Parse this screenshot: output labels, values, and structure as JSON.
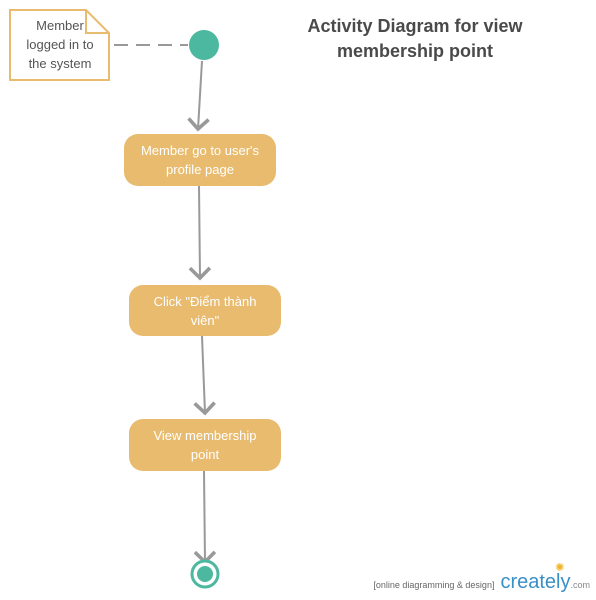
{
  "title": {
    "line1": "Activity Diagram for view",
    "line2": "membership point"
  },
  "note": {
    "line1": "Member",
    "line2": "logged in to",
    "line3": "the system"
  },
  "actions": [
    {
      "line1": "Member go to user's",
      "line2": "profile page"
    },
    {
      "line1": "Click \"Điểm thành",
      "line2": "viên\""
    },
    {
      "line1": "View membership",
      "line2": "point"
    }
  ],
  "brand": {
    "tagline": "[online diagramming & design]",
    "name": "creately",
    "suffix": ".com"
  },
  "colors": {
    "action_fill": "#e8bb6e",
    "node_fill": "#4db8a0",
    "note_border": "#e8bb6e",
    "connector": "#999999"
  },
  "icons": {
    "initial_node": "filled-circle",
    "final_node": "bullseye-circle"
  }
}
